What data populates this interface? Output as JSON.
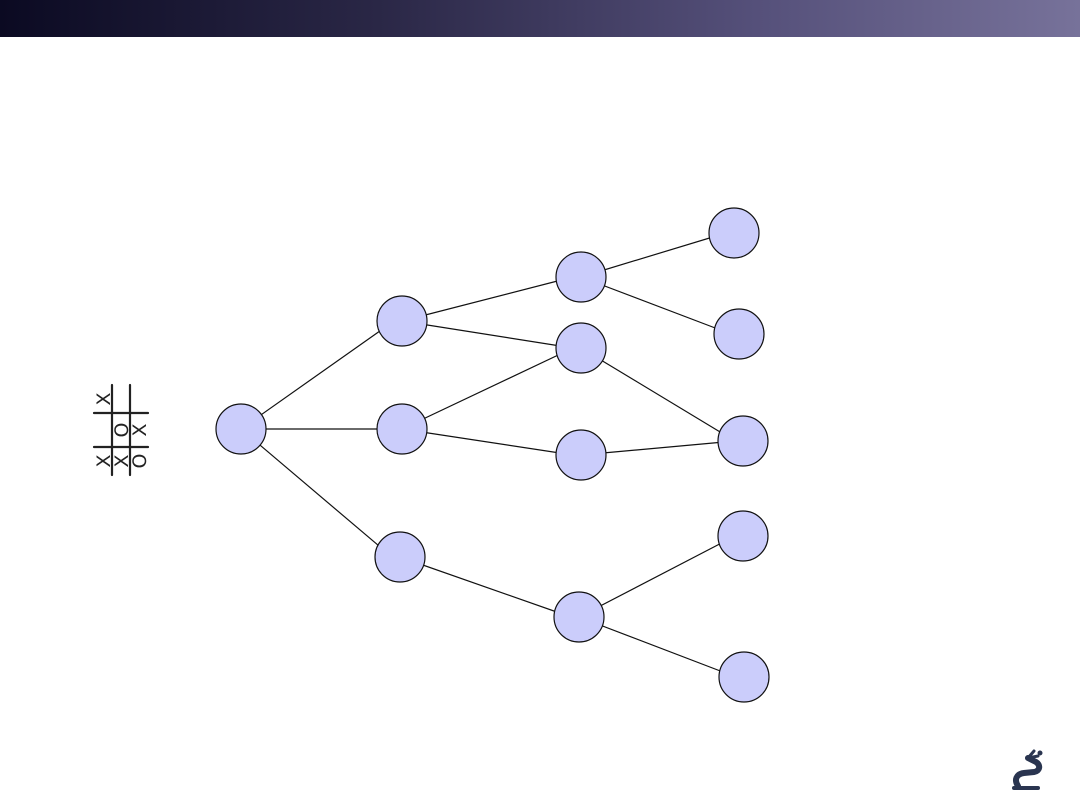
{
  "header": {
    "color_start": "#0b0a22",
    "color_end": "#77729a"
  },
  "diagram": {
    "node_fill": "#cbcdfb",
    "line_color": "#111111",
    "nodes": [
      {
        "id": "root"
      },
      {
        "id": "l1-top"
      },
      {
        "id": "l1-mid"
      },
      {
        "id": "l1-bot"
      },
      {
        "id": "l2-a"
      },
      {
        "id": "l2-b"
      },
      {
        "id": "l2-c"
      },
      {
        "id": "l2-d"
      },
      {
        "id": "l3-a"
      },
      {
        "id": "l3-b"
      },
      {
        "id": "l3-c"
      },
      {
        "id": "l3-d"
      },
      {
        "id": "l3-e"
      }
    ],
    "edges": [
      [
        "root",
        "l1-top"
      ],
      [
        "root",
        "l1-mid"
      ],
      [
        "root",
        "l1-bot"
      ],
      [
        "l1-top",
        "l2-a"
      ],
      [
        "l1-top",
        "l2-b"
      ],
      [
        "l1-mid",
        "l2-b"
      ],
      [
        "l1-mid",
        "l2-c"
      ],
      [
        "l1-bot",
        "l2-d"
      ],
      [
        "l2-a",
        "l3-a"
      ],
      [
        "l2-a",
        "l3-b"
      ],
      [
        "l2-b",
        "l3-c"
      ],
      [
        "l2-c",
        "l3-c"
      ],
      [
        "l2-d",
        "l3-d"
      ],
      [
        "l2-d",
        "l3-e"
      ]
    ]
  },
  "board": {
    "rotation": "rotated -90deg",
    "cells": [
      [
        "X",
        "",
        "X"
      ],
      [
        "X",
        "O",
        ""
      ],
      [
        "O",
        "X",
        ""
      ]
    ]
  },
  "logo": {
    "icon": "robot-arm-logo-icon",
    "color": "#2a3550"
  }
}
